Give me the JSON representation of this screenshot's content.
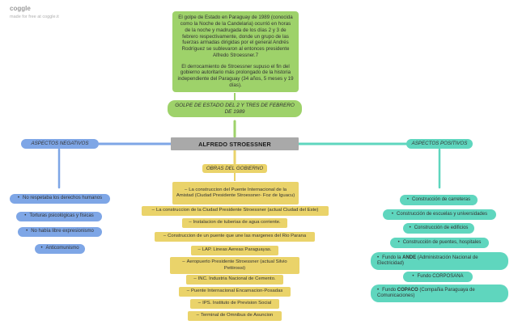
{
  "brand": {
    "name": "coggle",
    "tagline": "made for free at coggle.it"
  },
  "intro": {
    "paragraph1": "El golpe de Estado en Paraguay de 1989 (conocida como la Noche de la Candelaria) ocurrió en horas de la noche y madrugada de los días 2 y 3 de febrero respectivamente, donde un grupo de las fuerzas armadas dirigidas por el general Andrés Rodríguez se sublevaron al entonces presidente Alfredo Stroessner.7",
    "paragraph2": "El derrocamiento de Stroessner supuso el fin del gobierno autoritario más prolongado de la historia independiente del Paraguay (34 años, 5 meses y 19 días)."
  },
  "coup_date": "GOLPE DE ESTADO DEL 2 Y TRES DE FEBRERO DE 1989",
  "center": "ALFREDO STROESSNER",
  "negative": {
    "label": "ASPECTOS NEGATIVOS",
    "items": [
      "No respetaba los derechos humanos",
      "Torturas psicológicas y físicas",
      "No había libre expresionismo",
      "Anticomunismo"
    ]
  },
  "works": {
    "label": "OBRAS DEL GOBIERNO",
    "items": [
      "La construccion del Puente Internacional de la Amistad (Ciudad Presidente Stroessner- Foz de Iguacu)",
      "La construccion de la Ciudad Presidente Stroessner (actual Ciudad del Este)",
      "Instalacion de tuberias de agua corriente.",
      "Construccion de un puente que une las margenes del Rio Parana",
      "LAP.  Lineas Aereas Paraguayas.",
      "Aeropuerto Presidente Stroessner (actual Silvio Pettirossi)",
      "INC. Industria Nacional de Cemento.",
      "Puente Internacional Encarnacion-Posadas",
      "IPS. Instituto de Prevision Social",
      "Terminal de Omnibus de Asuncion"
    ]
  },
  "positive": {
    "label": "ASPECTOS POSITIVOS",
    "items": [
      "Construcción de carreteras",
      "Construcción de escuelas y universidades",
      "Construcción de edificios",
      "Construcción de puentes, hospitales",
      {
        "before": "Fundo la ",
        "strong": "ANDE",
        "after": " (Administración Nacional de Electricidad)"
      },
      "Fundo CORPOSANA",
      {
        "before": "Fundo ",
        "strong": "COPACO",
        "after": " (Compañia Paraguaya de Comunicaciones)"
      }
    ]
  },
  "colors": {
    "green": "#9ed26a",
    "gray": "#a9a9a9",
    "yellow": "#ead36a",
    "blue": "#7ea6e6",
    "teal": "#5fd6be"
  }
}
